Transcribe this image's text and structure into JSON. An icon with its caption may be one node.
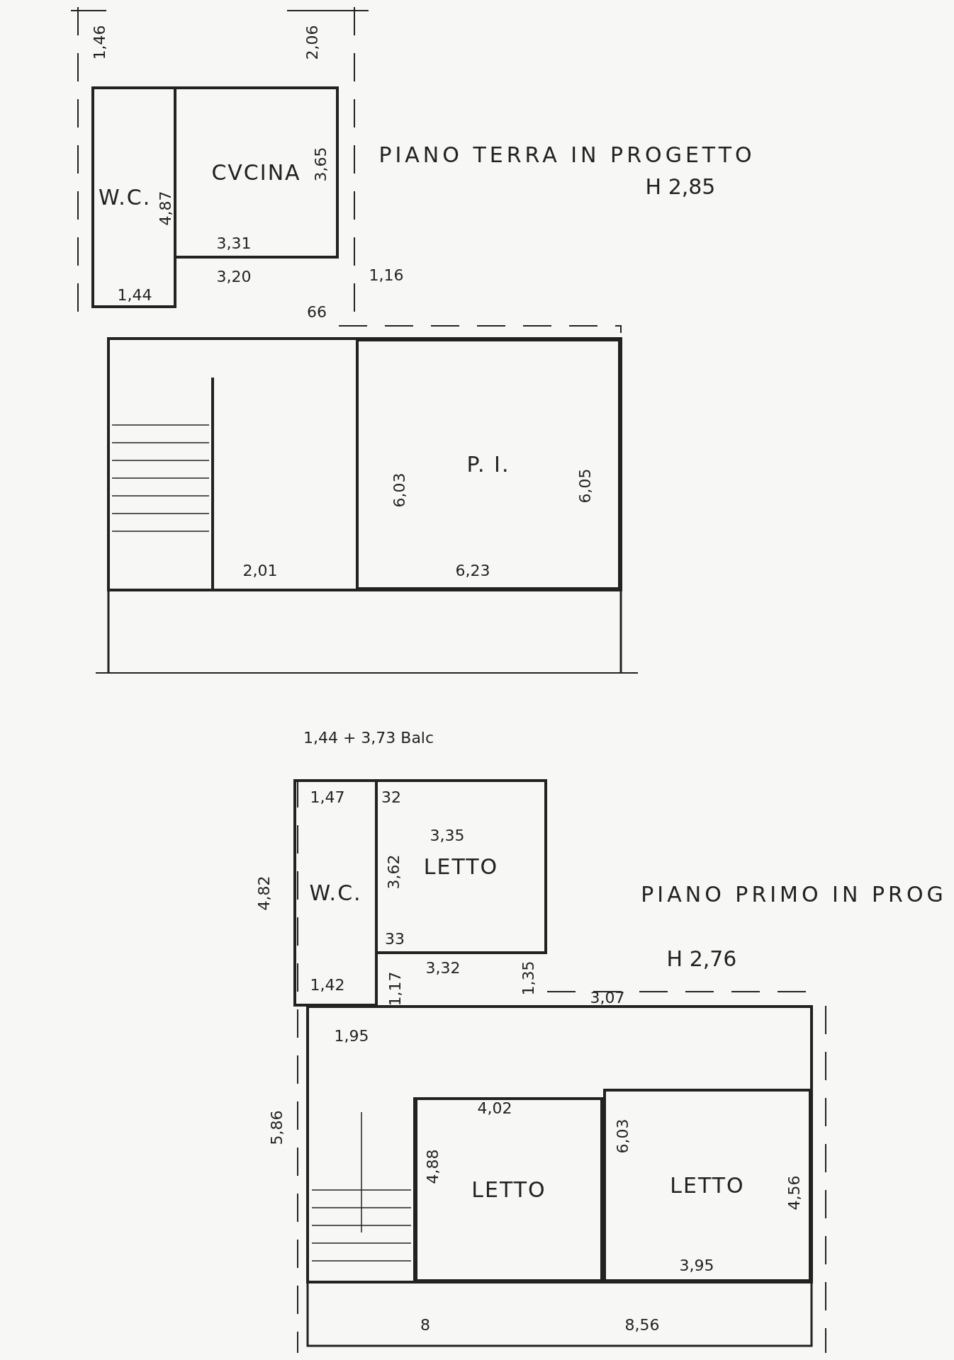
{
  "diagram": {
    "nodes": [
      {
        "text": [
          "W.C."
        ]
      },
      {
        "text": [
          "CVCINA"
        ]
      },
      {
        "text": [
          "P. I."
        ]
      },
      {
        "text": [
          "W.C."
        ]
      },
      {
        "text": [
          "LETTO"
        ]
      },
      {
        "text": [
          "LETTO"
        ]
      },
      {
        "text": [
          "LETTO"
        ]
      }
    ],
    "edges": [],
    "labels": [
      "1,46",
      "2,06",
      "PIANO TERRA IN PROGETTO",
      "H 2,85",
      "4,87",
      "3,65",
      "3,31",
      "3,20",
      "1,16",
      "1,44",
      "66",
      "6,03",
      "6,05",
      "2,01",
      "6,23",
      "1,44 + 3,73 Balc",
      "1,47",
      "32",
      "3,35",
      "3,62",
      "4,82",
      "PIANO PRIMO IN PROG",
      "H 2,76",
      "33",
      "3,32",
      "1,17",
      "1,35",
      "1,42",
      "3,07",
      "1,95",
      "5,86",
      "4,02",
      "6,03",
      "4,88",
      "4,56",
      "3,95",
      "8",
      "8,56"
    ]
  }
}
